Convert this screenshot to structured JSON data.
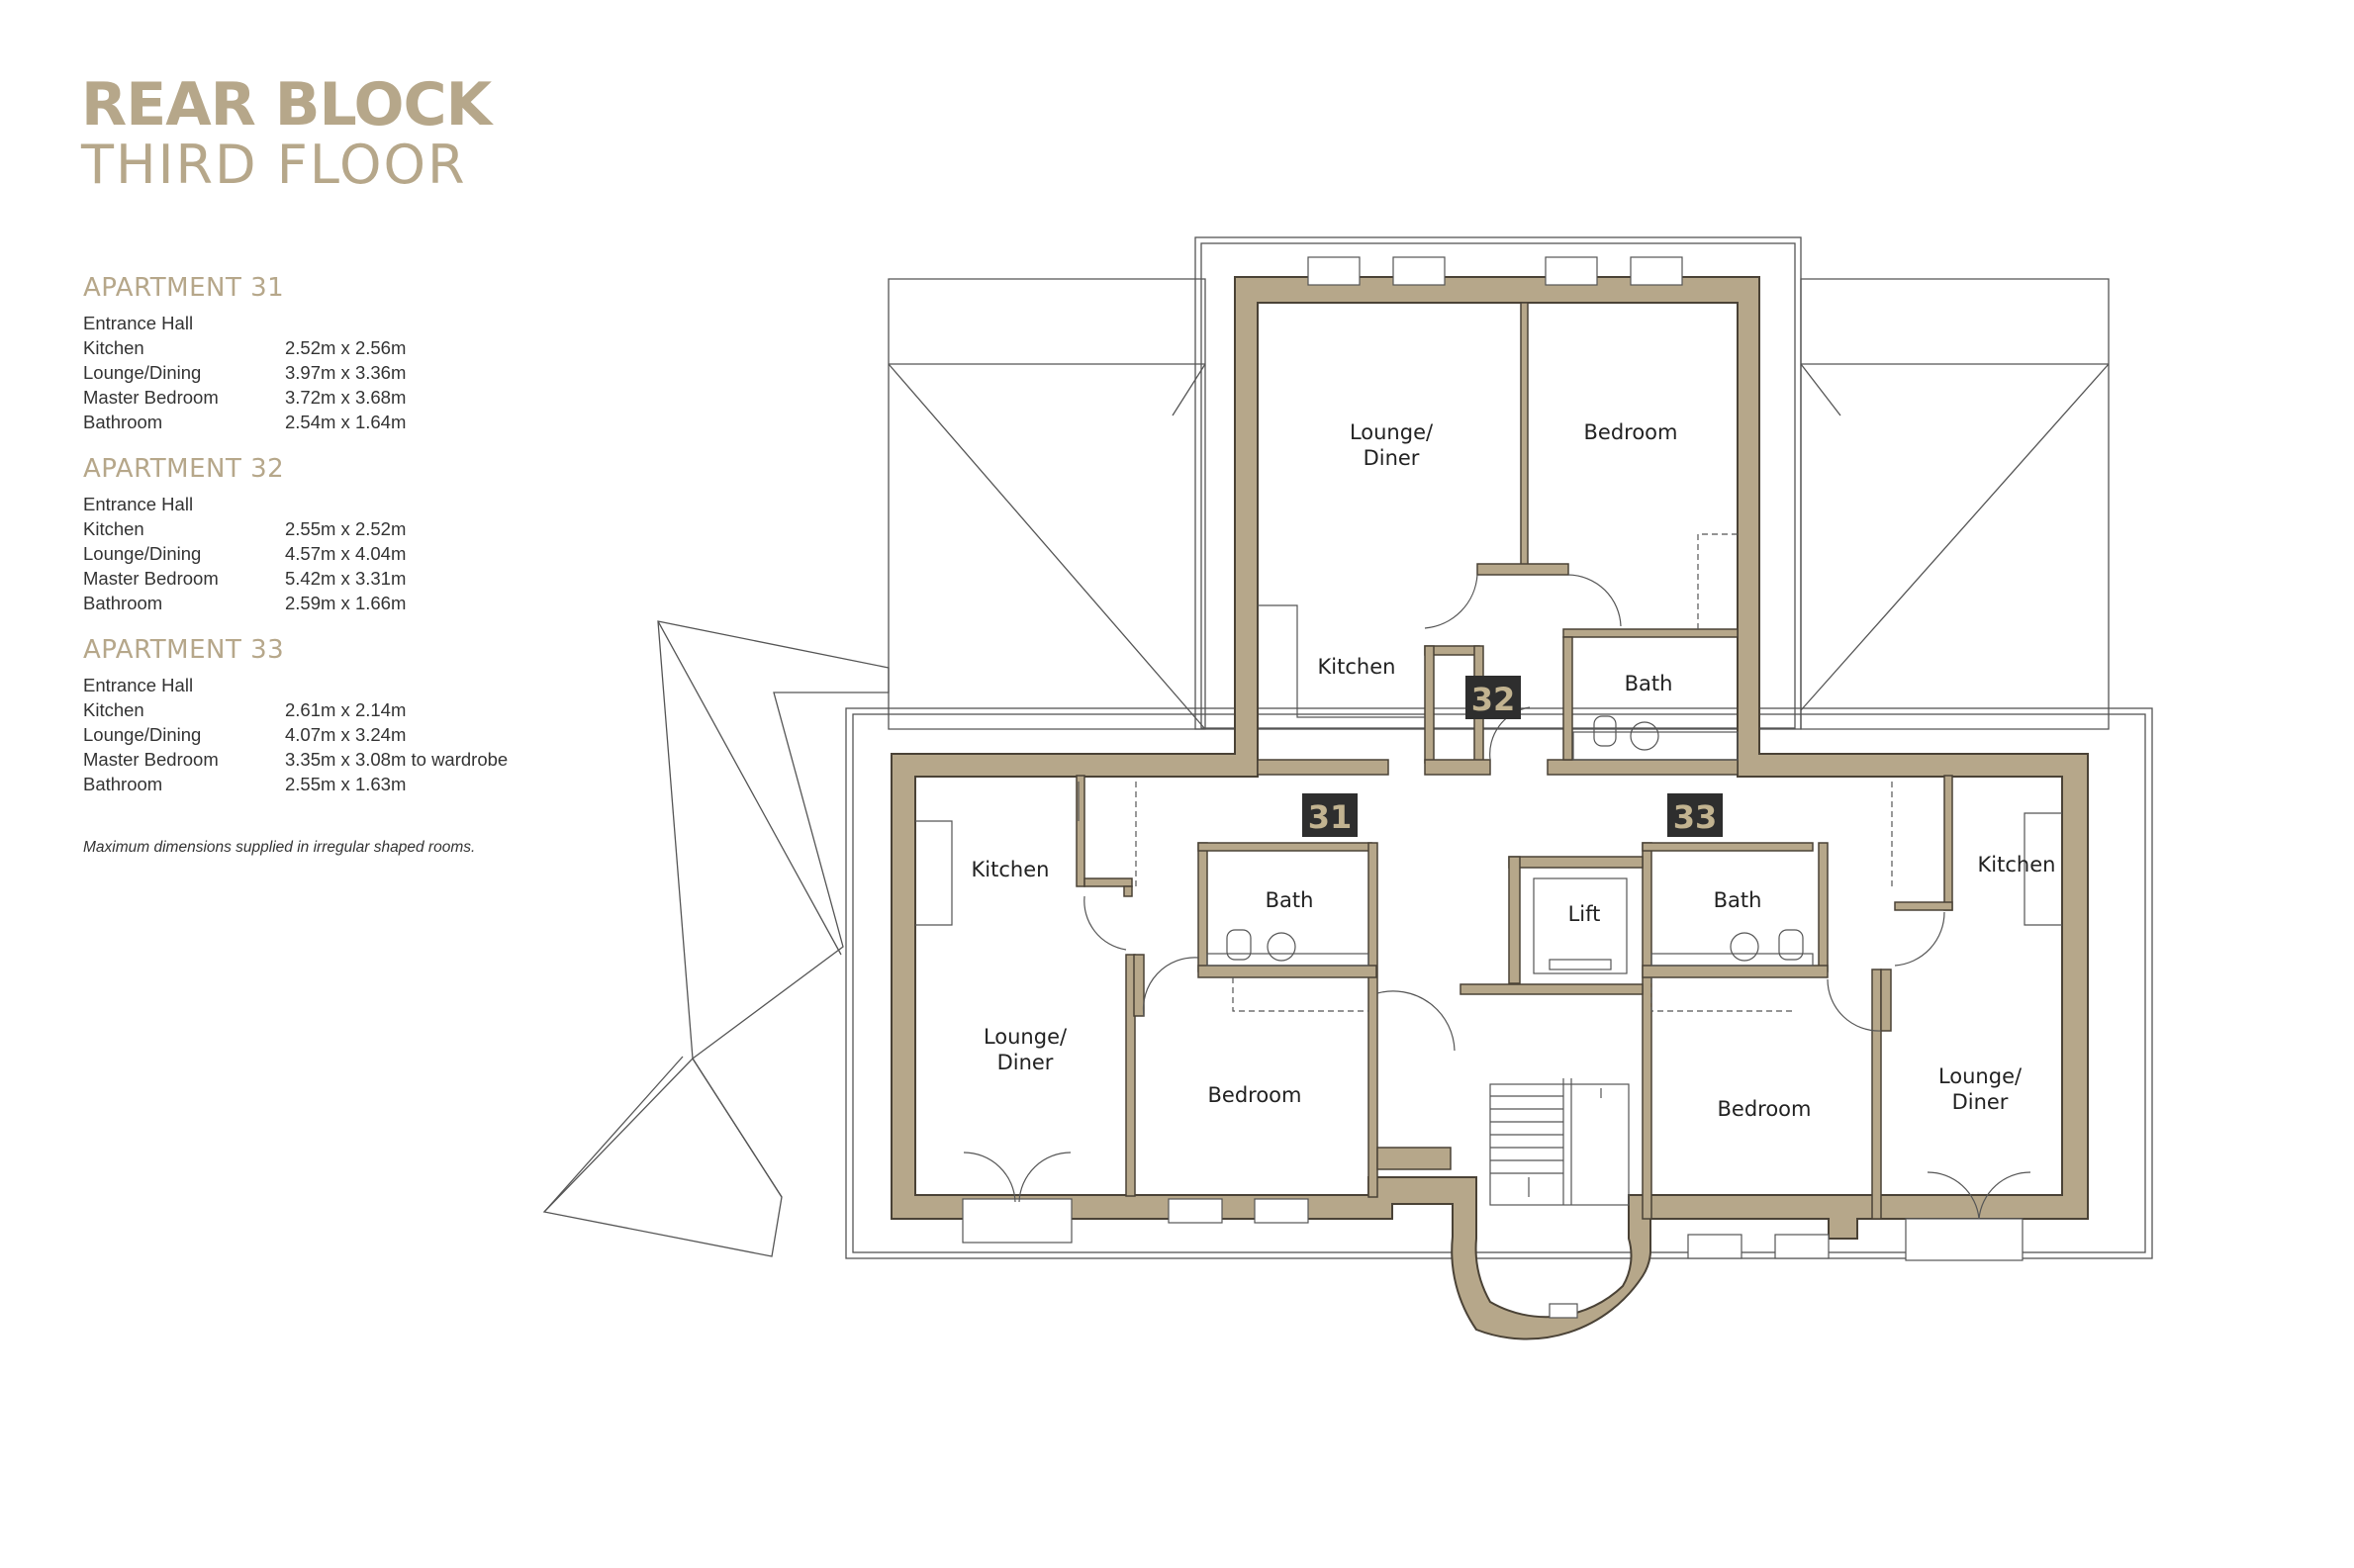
{
  "header": {
    "title": "REAR BLOCK",
    "subtitle": "THIRD FLOOR"
  },
  "apartments": [
    {
      "title": "APARTMENT 31",
      "rooms": [
        {
          "name": "Entrance Hall",
          "size": ""
        },
        {
          "name": "Kitchen",
          "size": "2.52m x 2.56m"
        },
        {
          "name": "Lounge/Dining",
          "size": "3.97m x 3.36m"
        },
        {
          "name": "Master Bedroom",
          "size": "3.72m x 3.68m"
        },
        {
          "name": "Bathroom",
          "size": "2.54m x 1.64m"
        }
      ]
    },
    {
      "title": "APARTMENT 32",
      "rooms": [
        {
          "name": "Entrance Hall",
          "size": ""
        },
        {
          "name": "Kitchen",
          "size": "2.55m x 2.52m"
        },
        {
          "name": "Lounge/Dining",
          "size": "4.57m x 4.04m"
        },
        {
          "name": "Master Bedroom",
          "size": "5.42m x 3.31m"
        },
        {
          "name": "Bathroom",
          "size": "2.59m x 1.66m"
        }
      ]
    },
    {
      "title": "APARTMENT 33",
      "rooms": [
        {
          "name": "Entrance Hall",
          "size": ""
        },
        {
          "name": "Kitchen",
          "size": "2.61m x 2.14m"
        },
        {
          "name": "Lounge/Dining",
          "size": "4.07m x 3.24m"
        },
        {
          "name": "Master Bedroom",
          "size": "3.35m x 3.08m to wardrobe"
        },
        {
          "name": "Bathroom",
          "size": "2.55m x 1.63m"
        }
      ]
    }
  ],
  "note": "Maximum dimensions supplied in irregular shaped rooms.",
  "plan": {
    "badges": {
      "apt31": "31",
      "apt32": "32",
      "apt33": "33"
    },
    "labels": {
      "top_lounge_1": "Lounge/",
      "top_lounge_2": "Diner",
      "top_bedroom": "Bedroom",
      "top_kitchen": "Kitchen",
      "top_bath": "Bath",
      "left_kitchen": "Kitchen",
      "left_bath": "Bath",
      "left_lounge_1": "Lounge/",
      "left_lounge_2": "Diner",
      "left_bedroom": "Bedroom",
      "lift": "Lift",
      "right_bath": "Bath",
      "right_kitchen": "Kitchen",
      "right_bedroom": "Bedroom",
      "right_lounge_1": "Lounge/",
      "right_lounge_2": "Diner"
    },
    "colors": {
      "wall": "#b6a78a",
      "wall_edge": "#4a4236",
      "badge": "#2e2e2e",
      "line": "#555555"
    }
  }
}
